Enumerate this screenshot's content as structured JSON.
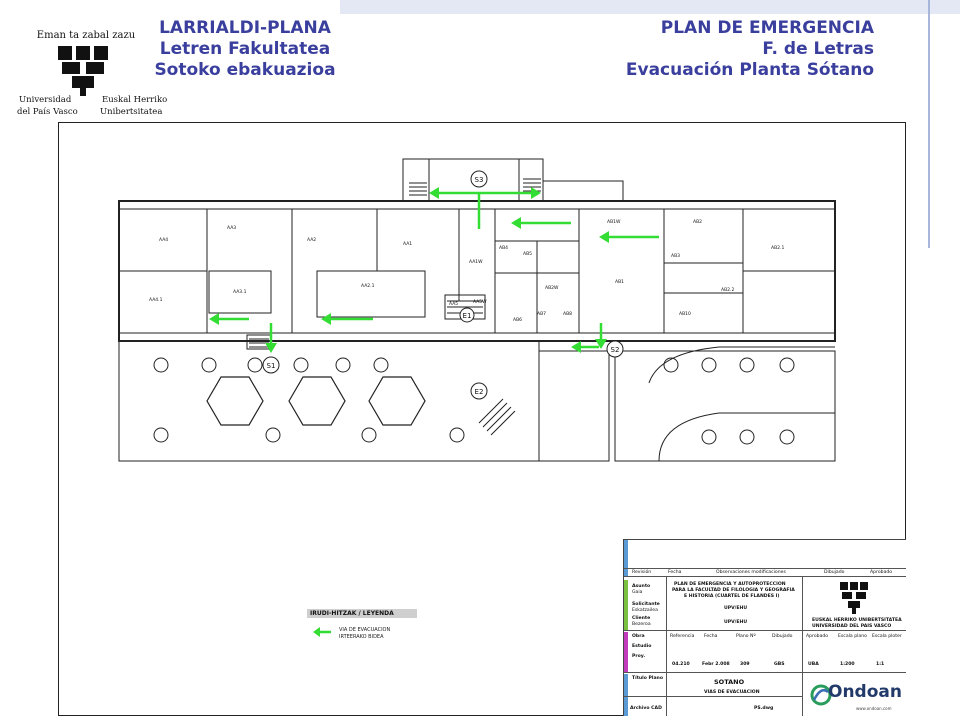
{
  "header": {
    "left_lines": [
      "LARRIALDI-PLANA",
      "Letren Fakultatea",
      "Sotoko ebakuazioa"
    ],
    "right_lines": [
      "PLAN DE EMERGENCIA",
      "F. de Letras",
      "Evacuación Planta Sótano"
    ],
    "logo_text": {
      "motto": "Eman ta zabal zazu",
      "left_1": "Universidad",
      "left_2": "del País Vasco",
      "right_1": "Euskal Herriko",
      "right_2": "Unibertsitatea"
    }
  },
  "plan": {
    "exits": [
      "S1",
      "S2",
      "S3",
      "E1",
      "E2"
    ],
    "rooms": [
      {
        "label": "AA4"
      },
      {
        "label": "AA3"
      },
      {
        "label": "AA2"
      },
      {
        "label": "AA1"
      },
      {
        "label": "AA4.1"
      },
      {
        "label": "AA3.1"
      },
      {
        "label": "AA2.1"
      },
      {
        "label": "AA1W"
      },
      {
        "label": "AA5"
      },
      {
        "label": "AA5W"
      },
      {
        "label": "AB4"
      },
      {
        "label": "AB5"
      },
      {
        "label": "AB6"
      },
      {
        "label": "AB7"
      },
      {
        "label": "AB8"
      },
      {
        "label": "AB2W"
      },
      {
        "label": "AB1"
      },
      {
        "label": "AB1W"
      },
      {
        "label": "AB2"
      },
      {
        "label": "AB3"
      },
      {
        "label": "AB2.1"
      },
      {
        "label": "AB2.2"
      },
      {
        "label": "AB10"
      }
    ],
    "arrow_color": "#33dd33"
  },
  "legend": {
    "title": "IRUDI-HITZAK / LEYENDA",
    "line1": "VIA DE EVACUACION",
    "line2": "IRTEERAKO BIDEA"
  },
  "title_block": {
    "col_headers": [
      "Revisión",
      "Fecha",
      "Observaciones modificaciones",
      "Dibujado",
      "Aprobado"
    ],
    "asunto_label": "Asunto",
    "asunto_sub": "Gaia",
    "solicitante_label": "Solicitante",
    "solicitante_sub": "Eskatzailea",
    "cliente_label": "Cliente",
    "cliente_sub": "Bezeroa",
    "asunto_text": [
      "PLAN DE EMERGENCIA Y AUTOPROTECCION",
      "PARA LA FACULTAD DE FILOLOGIA Y GEOGRAFIA",
      "E HISTORIA (CUARTEL DE FLANDES I)"
    ],
    "solicitante_value": "UPV/EHU",
    "cliente_value": "UPV/EHU",
    "university_lines": [
      "EUSKAL HERRIKO UNIBERTSITATEA",
      "UNIVERSIDAD DEL PAIS VASCO"
    ],
    "data_headers": [
      "Referencia",
      "Fecha",
      "Plano Nº",
      "Dibujado",
      "Aprobado",
      "Escala plano",
      "Escala ploter"
    ],
    "data_values": [
      "04.210",
      "Febr 2.008",
      "309",
      "GBS",
      "UBA",
      "1:200",
      "1:1"
    ],
    "obra_label": "Obra",
    "estudio_label": "Estudio",
    "proy_label": "Proy.",
    "titulo_label": "Título Plano",
    "titulo_line1": "SOTANO",
    "titulo_line2": "VIAS DE EVACUACION",
    "archivo_label": "Archivo CAD",
    "archivo_value": "PS.dwg",
    "company": "Ondoan",
    "web": "www.ondoan.com"
  }
}
